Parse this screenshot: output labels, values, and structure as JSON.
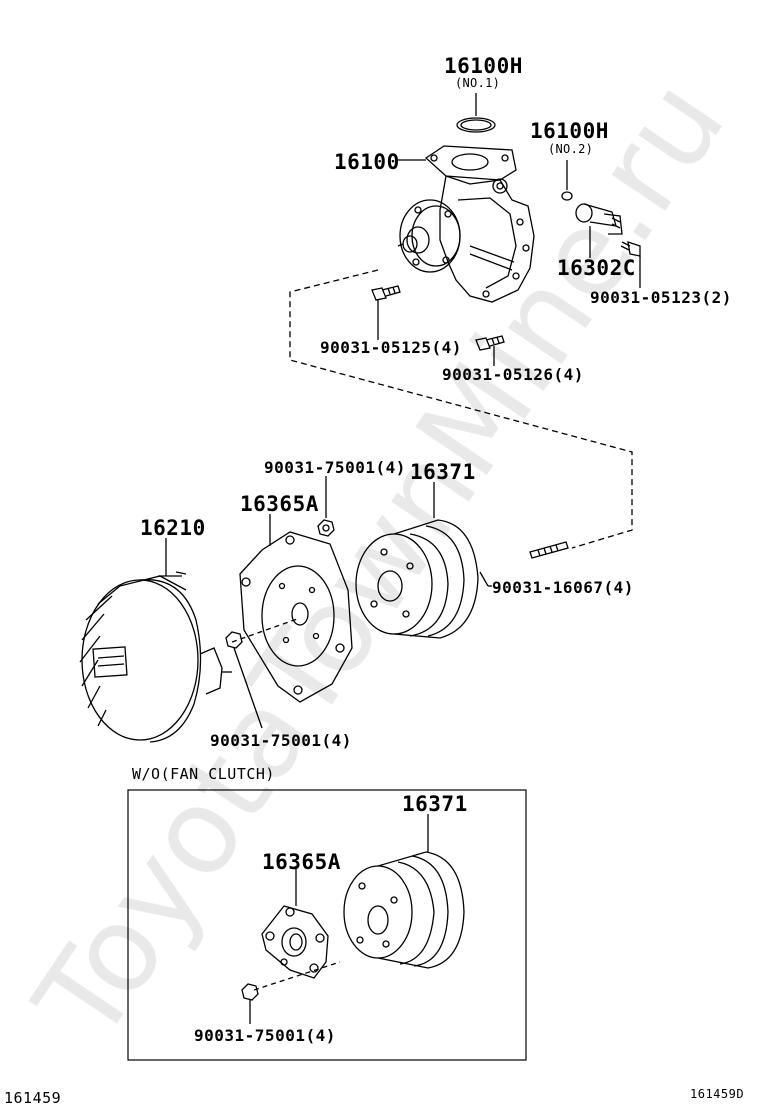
{
  "watermark": "ToyotaTownMine.ru",
  "labels": {
    "p16100H_1": "16100H",
    "p16100H_1_note": "(NO.1)",
    "p16100H_2": "16100H",
    "p16100H_2_note": "(NO.2)",
    "p16100": "16100",
    "p16302C": "16302C",
    "b05123": "90031-05123(2)",
    "b05125": "90031-05125(4)",
    "b05126": "90031-05126(4)",
    "n75001_top": "90031-75001(4)",
    "p16371_top": "16371",
    "p16365A_top": "16365A",
    "p16210": "16210",
    "s16067": "90031-16067(4)",
    "n75001_mid": "90031-75001(4)",
    "condition": "W/O(FAN CLUTCH)",
    "p16371_box": "16371",
    "p16365A_box": "16365A",
    "n75001_box": "90031-75001(4)"
  },
  "footer": {
    "left_code": "161459",
    "right_code": "161459D"
  }
}
